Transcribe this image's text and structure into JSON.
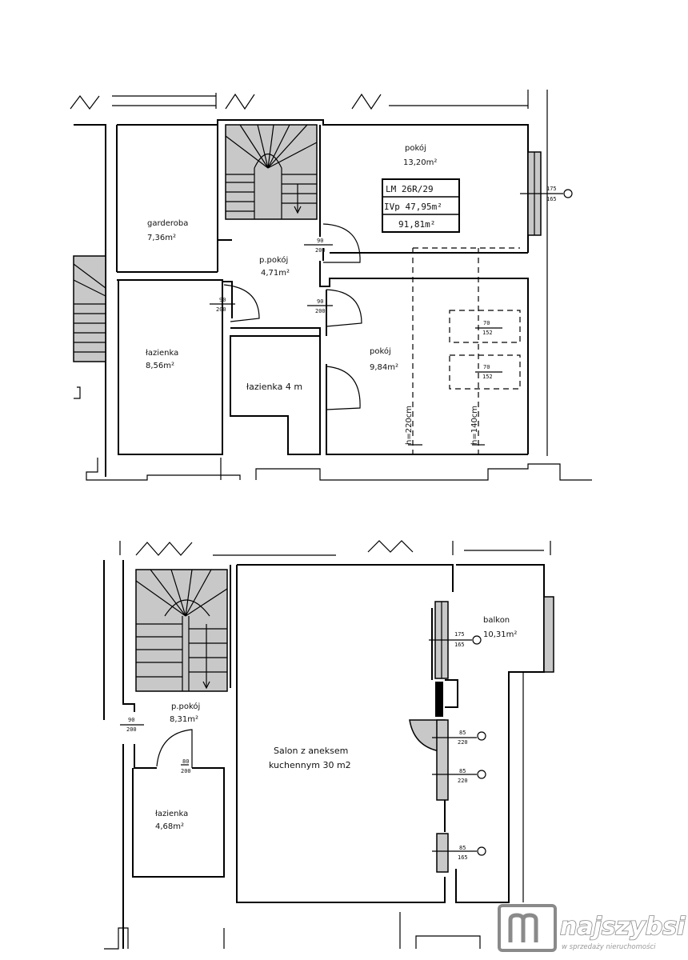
{
  "upper_floor": {
    "rooms": [
      {
        "name": "pokój",
        "area": "13,20m²"
      },
      {
        "name": "garderoba",
        "area": "7,36m²"
      },
      {
        "name": "p.pokój",
        "area": "4,71m²"
      },
      {
        "name": "łazienka",
        "area": "8,56m²"
      },
      {
        "name": "pokój",
        "area": "9,84m²"
      },
      {
        "name": "łazienka 4 m",
        "area": ""
      }
    ],
    "info_box": [
      "LM 26R/29",
      "IVp  47,95m²",
      "91,81m²"
    ],
    "doors": [
      {
        "w": "90",
        "h": "200"
      },
      {
        "w": "90",
        "h": "200"
      },
      {
        "w": "90",
        "h": "200"
      }
    ],
    "window": {
      "w": "175",
      "h": "165"
    },
    "skylights": [
      {
        "w": "70",
        "h": "152"
      },
      {
        "w": "70",
        "h": "152"
      }
    ],
    "heights": [
      "h=220cm",
      "h=140cm"
    ]
  },
  "lower_floor": {
    "rooms": [
      {
        "name": "p.pokój",
        "area": "8,31m²"
      },
      {
        "name": "łazienka",
        "area": "4,68m²"
      },
      {
        "name": "balkon",
        "area": "10,31m²"
      }
    ],
    "salon": {
      "line1": "Salon z aneksem",
      "line2": "kuchennym 30 m2"
    },
    "door_main": {
      "w": "90",
      "h": "200"
    },
    "door_small": {
      "w": "80",
      "h": "200"
    },
    "windows": [
      {
        "w": "175",
        "h": "165"
      },
      {
        "w": "85",
        "h": "220"
      },
      {
        "w": "85",
        "h": "220"
      },
      {
        "w": "85",
        "h": "165"
      }
    ]
  },
  "watermark": {
    "logo_text": "najszybsi",
    "tagline": "w sprzedaży nieruchomości"
  }
}
